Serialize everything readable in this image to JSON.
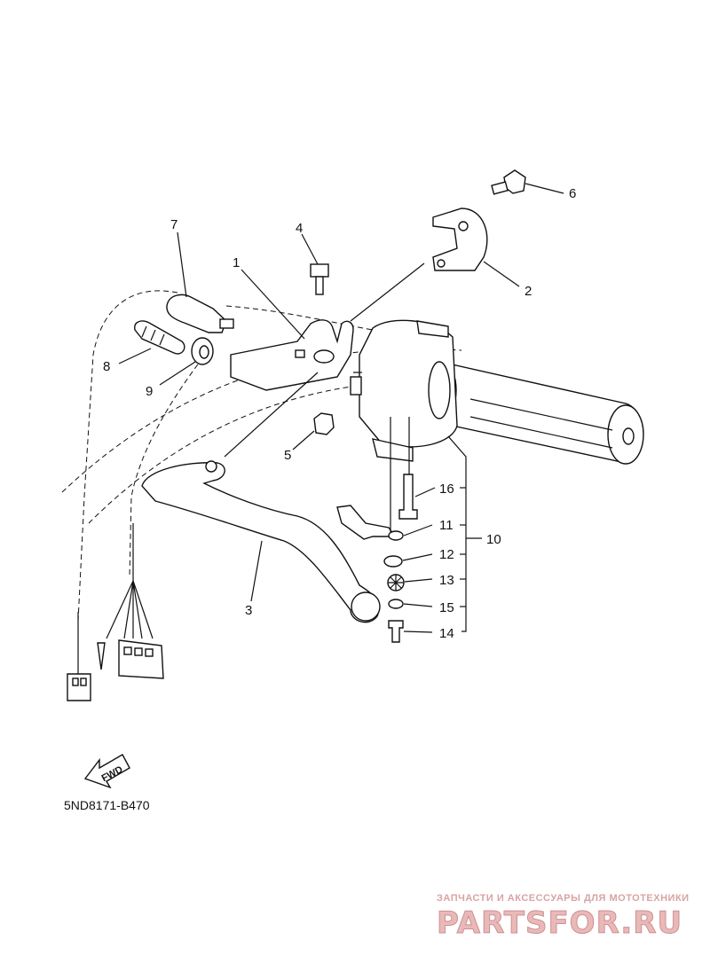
{
  "diagram": {
    "drawing_code": "5ND8171-B470",
    "direction_arrow": "FWD",
    "watermark": {
      "top_text": "ЗАПЧАСТИ И АКСЕССУАРЫ ДЛЯ МОТОТЕХНИКИ",
      "brand_text": "PARTSFOR.RU"
    },
    "callouts": [
      {
        "id": "callout-1",
        "text": "1"
      },
      {
        "id": "callout-2",
        "text": "2"
      },
      {
        "id": "callout-3",
        "text": "3"
      },
      {
        "id": "callout-4",
        "text": "4"
      },
      {
        "id": "callout-5",
        "text": "5"
      },
      {
        "id": "callout-6",
        "text": "6"
      },
      {
        "id": "callout-7",
        "text": "7"
      },
      {
        "id": "callout-8",
        "text": "8"
      },
      {
        "id": "callout-9",
        "text": "9"
      },
      {
        "id": "callout-10",
        "text": "10"
      },
      {
        "id": "callout-11",
        "text": "11"
      },
      {
        "id": "callout-12",
        "text": "12"
      },
      {
        "id": "callout-13",
        "text": "13"
      },
      {
        "id": "callout-14",
        "text": "14"
      },
      {
        "id": "callout-15",
        "text": "15"
      },
      {
        "id": "callout-16",
        "text": "16"
      }
    ]
  }
}
